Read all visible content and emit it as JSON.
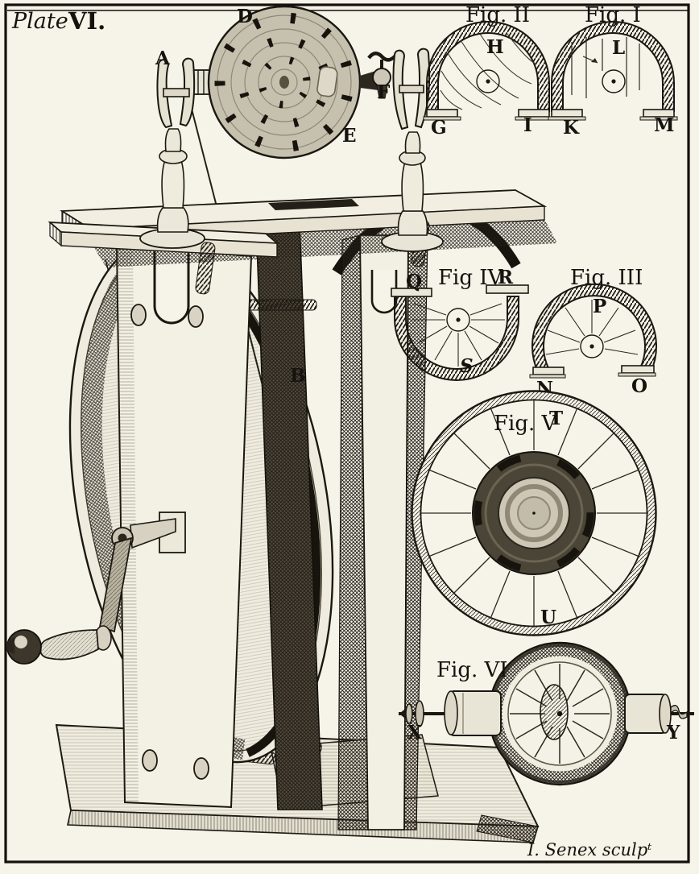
{
  "plate": {
    "label_script": "Plate",
    "numeral": "VI.",
    "signature": "I. Senex sculpᵗ"
  },
  "machine": {
    "description": "hand-cranked wheel machine with grooved disc and drive cord",
    "labels": {
      "a": "A",
      "b": "B",
      "d": "D",
      "e": "E",
      "f": "F"
    }
  },
  "figures": {
    "fig1": {
      "title": "Fig. I",
      "labels": {
        "k": "K",
        "l": "L",
        "m": "M"
      }
    },
    "fig2": {
      "title": "Fig. II",
      "labels": {
        "g": "G",
        "h": "H",
        "i": "I"
      }
    },
    "fig3": {
      "title": "Fig. III",
      "labels": {
        "n": "N",
        "o": "O",
        "p": "P"
      }
    },
    "fig4": {
      "title": "Fig IV",
      "labels": {
        "q": "Q",
        "r": "R",
        "s": "S"
      }
    },
    "fig5": {
      "title": "Fig. V",
      "labels": {
        "t": "T",
        "u": "U"
      }
    },
    "fig6": {
      "title": "Fig. VI",
      "labels": {
        "x": "X",
        "y": "Y"
      }
    }
  },
  "colors": {
    "paper": "#f6f3e9",
    "ink": "#1b1812"
  }
}
